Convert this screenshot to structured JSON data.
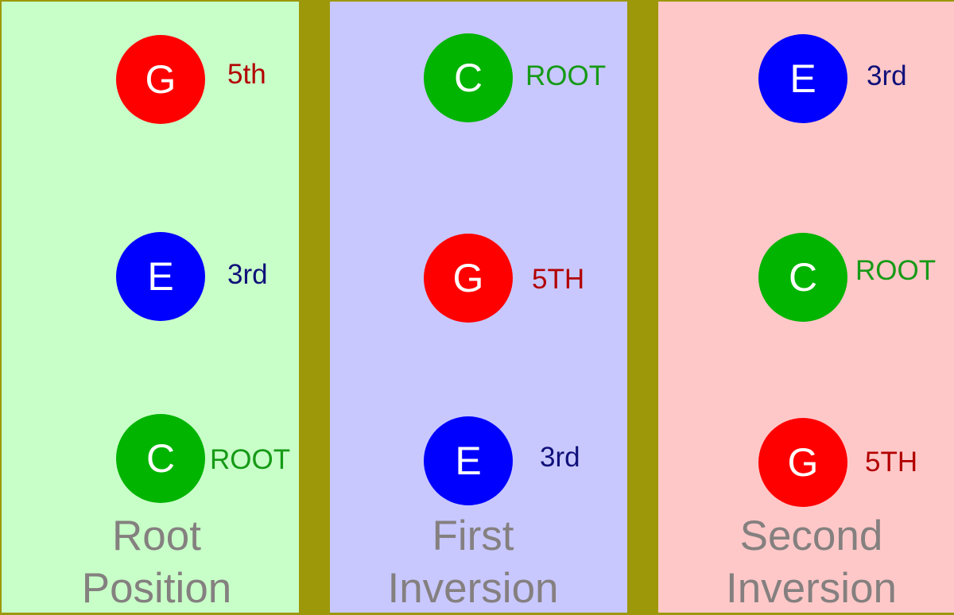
{
  "colors": {
    "background": "#9c980a",
    "g_note": "#ff0000",
    "e_note": "#0000ff",
    "c_note": "#00b400",
    "label_red": "#b20000",
    "label_blue": "#10107a",
    "label_green": "#169a16",
    "caption": "#858080"
  },
  "panels": [
    {
      "title_line1": "Root",
      "title_line2": "Position",
      "background": "#c8ffc8",
      "notes": [
        {
          "letter": "G",
          "label": "5th",
          "color": "#ff0000",
          "label_color": "#b20000"
        },
        {
          "letter": "E",
          "label": "3rd",
          "color": "#0000ff",
          "label_color": "#10107a"
        },
        {
          "letter": "C",
          "label": "ROOT",
          "color": "#00b400",
          "label_color": "#169a16"
        }
      ]
    },
    {
      "title_line1": "First",
      "title_line2": "Inversion",
      "background": "#c8c8ff",
      "notes": [
        {
          "letter": "C",
          "label": "ROOT",
          "color": "#00b400",
          "label_color": "#169a16"
        },
        {
          "letter": "G",
          "label": "5TH",
          "color": "#ff0000",
          "label_color": "#b20000"
        },
        {
          "letter": "E",
          "label": "3rd",
          "color": "#0000ff",
          "label_color": "#10107a"
        }
      ]
    },
    {
      "title_line1": "Second",
      "title_line2": "Inversion",
      "background": "#ffc8c8",
      "notes": [
        {
          "letter": "E",
          "label": "3rd",
          "color": "#0000ff",
          "label_color": "#10107a"
        },
        {
          "letter": "C",
          "label": "ROOT",
          "color": "#00b400",
          "label_color": "#169a16"
        },
        {
          "letter": "G",
          "label": "5TH",
          "color": "#ff0000",
          "label_color": "#b20000"
        }
      ]
    }
  ]
}
